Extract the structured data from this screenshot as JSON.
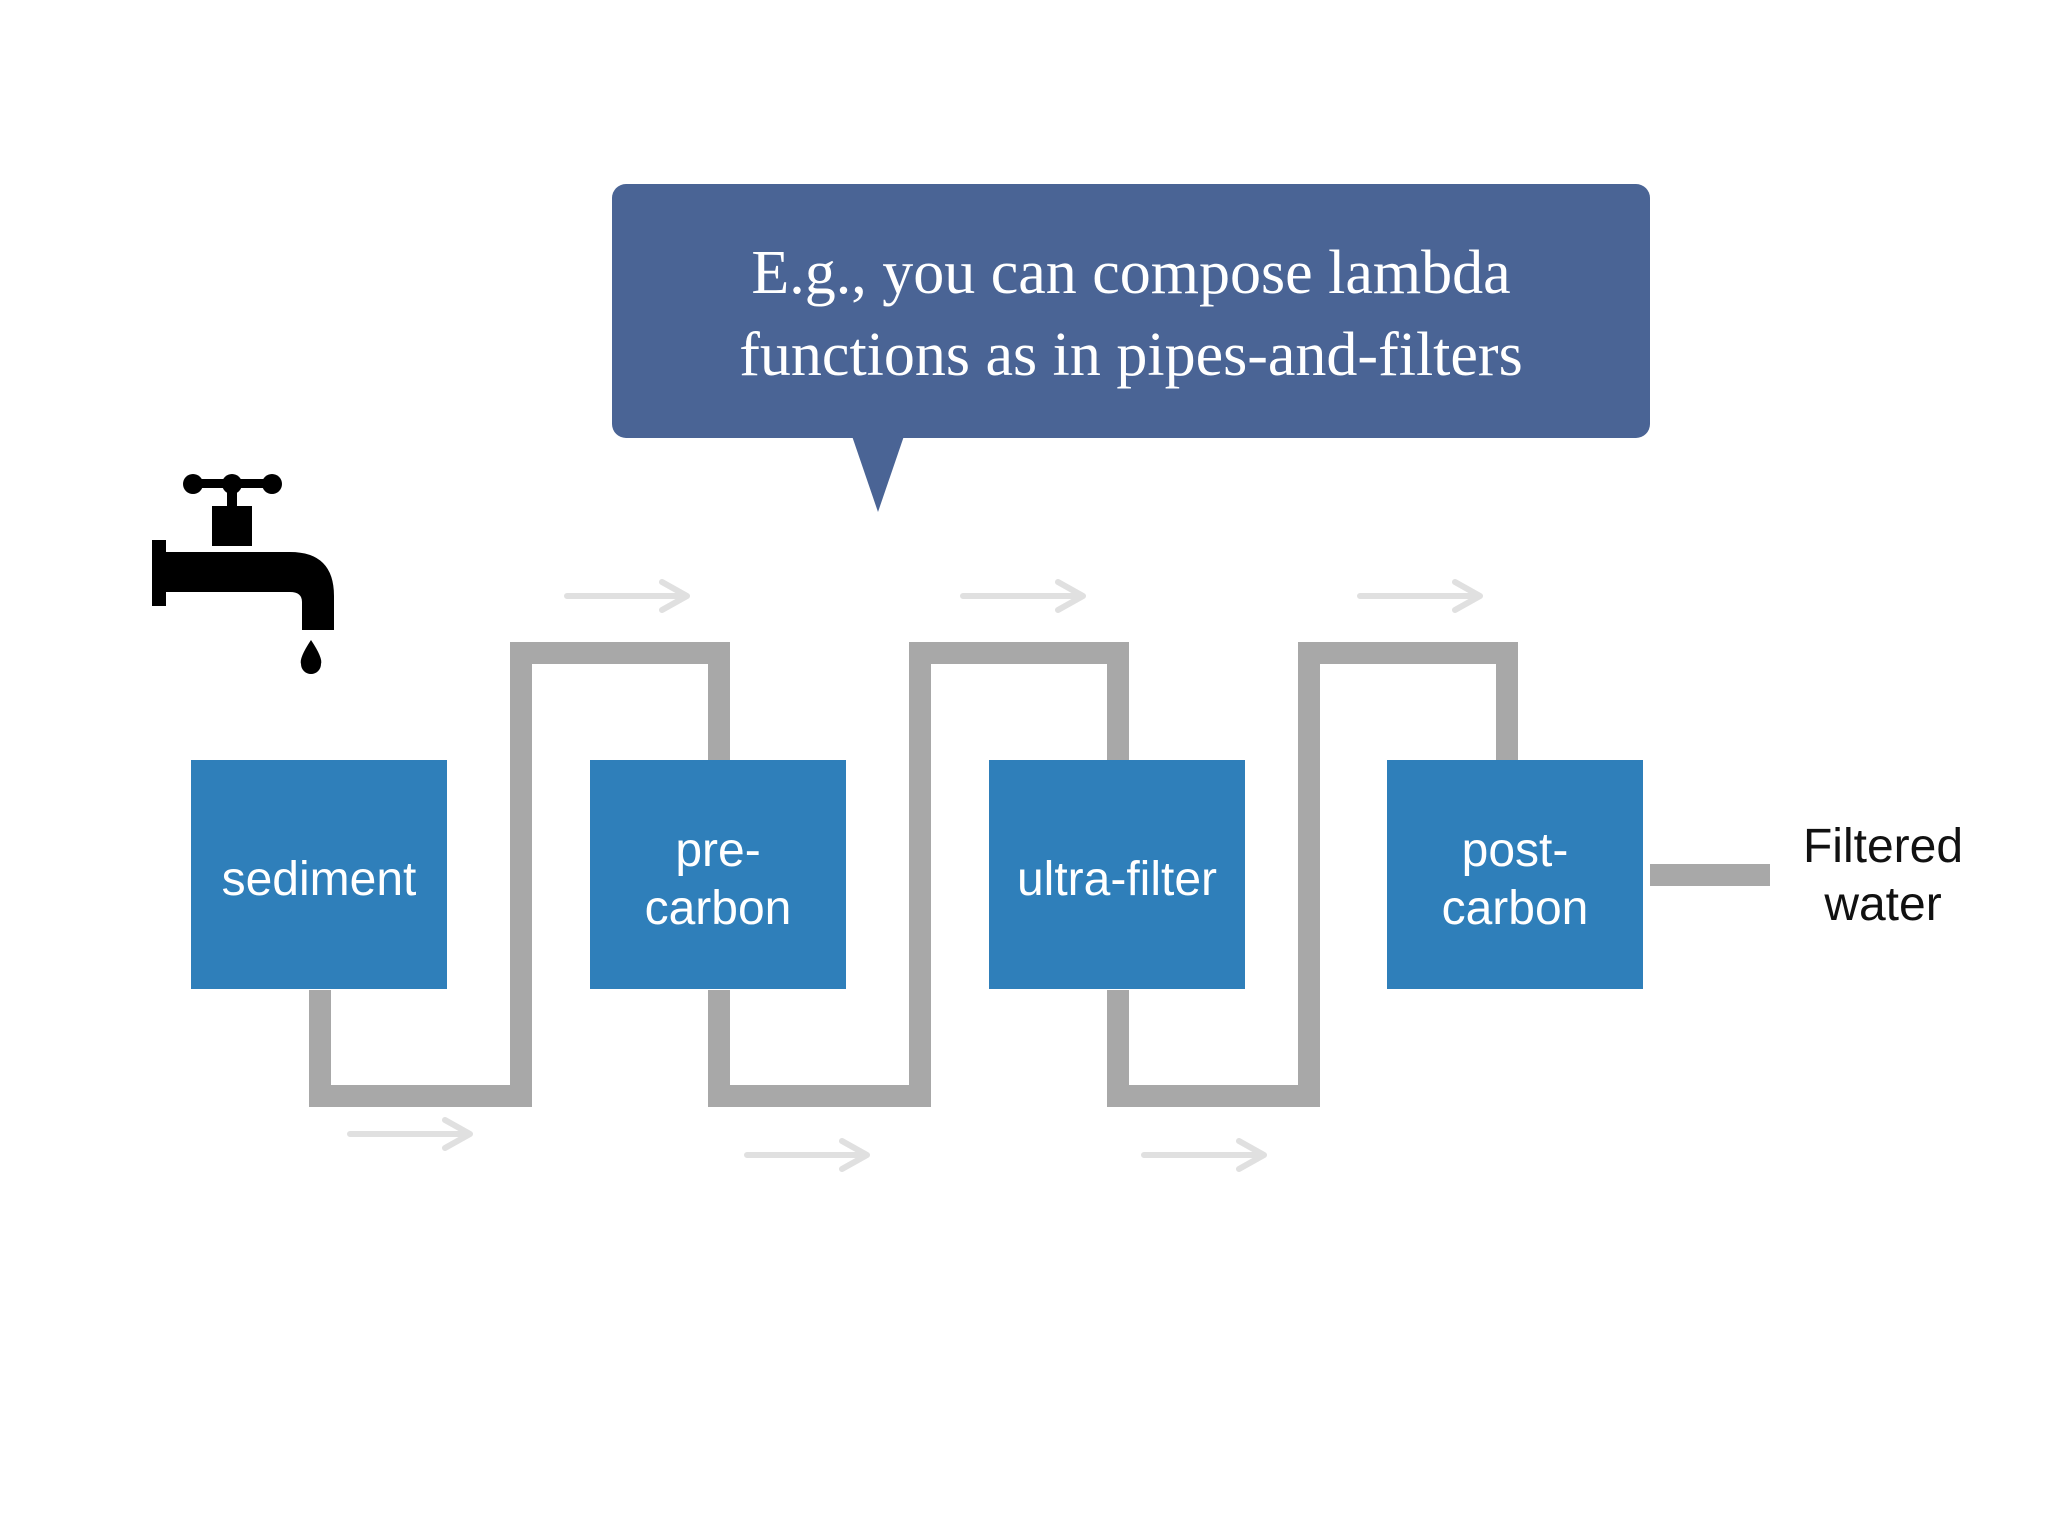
{
  "callout": {
    "lines": [
      "E.g., you can compose lambda",
      "functions as in pipes-and-filters"
    ]
  },
  "filters": [
    {
      "lines": [
        "sediment"
      ]
    },
    {
      "lines": [
        "pre-",
        "carbon"
      ]
    },
    {
      "lines": [
        "ultra-filter"
      ]
    },
    {
      "lines": [
        "post-",
        "carbon"
      ]
    }
  ],
  "output": {
    "lines": [
      "Filtered",
      "water"
    ]
  },
  "icons": {
    "source": "faucet-icon",
    "flow": "arrow-right-icon"
  },
  "colors": {
    "filter": "#2f7fba",
    "callout": "#4a6495",
    "pipe": "#a8a8a8",
    "arrow": "#e0e0e0"
  }
}
